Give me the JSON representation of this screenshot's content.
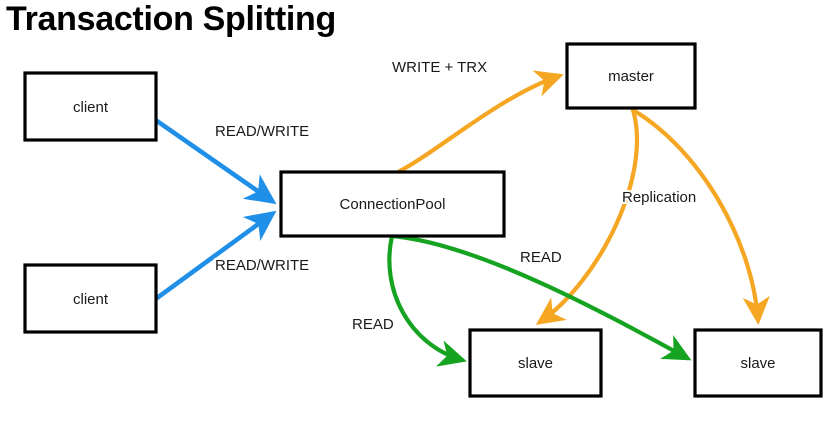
{
  "title": "Transaction Splitting",
  "colors": {
    "client_edge": "#1f8fe8",
    "write_edge": "#f5a623",
    "read_edge": "#16a321",
    "box_stroke": "#000000",
    "box_fill": "#ffffff",
    "text": "#1a1a1a",
    "background": "#ffffff"
  },
  "nodes": [
    {
      "id": "client_top",
      "label": "client"
    },
    {
      "id": "client_bottom",
      "label": "client"
    },
    {
      "id": "connection_pool",
      "label": "ConnectionPool"
    },
    {
      "id": "master",
      "label": "master"
    },
    {
      "id": "slave_left",
      "label": "slave"
    },
    {
      "id": "slave_right",
      "label": "slave"
    }
  ],
  "edges": [
    {
      "id": "client_top_to_pool",
      "label": "READ/WRITE",
      "color": "client_edge"
    },
    {
      "id": "client_bottom_to_pool",
      "label": "READ/WRITE",
      "color": "client_edge"
    },
    {
      "id": "pool_to_master",
      "label": "WRITE + TRX",
      "color": "write_edge"
    },
    {
      "id": "master_to_slave_left",
      "label": "",
      "color": "write_edge"
    },
    {
      "id": "master_to_slave_right",
      "label": "Replication",
      "color": "write_edge"
    },
    {
      "id": "pool_to_slave_left",
      "label": "READ",
      "color": "read_edge"
    },
    {
      "id": "pool_to_slave_right",
      "label": "READ",
      "color": "read_edge"
    }
  ],
  "labels": {
    "read_write_top": "READ/WRITE",
    "read_write_bottom": "READ/WRITE",
    "write_trx": "WRITE + TRX",
    "replication": "Replication",
    "read_left": "READ",
    "read_right": "READ"
  }
}
